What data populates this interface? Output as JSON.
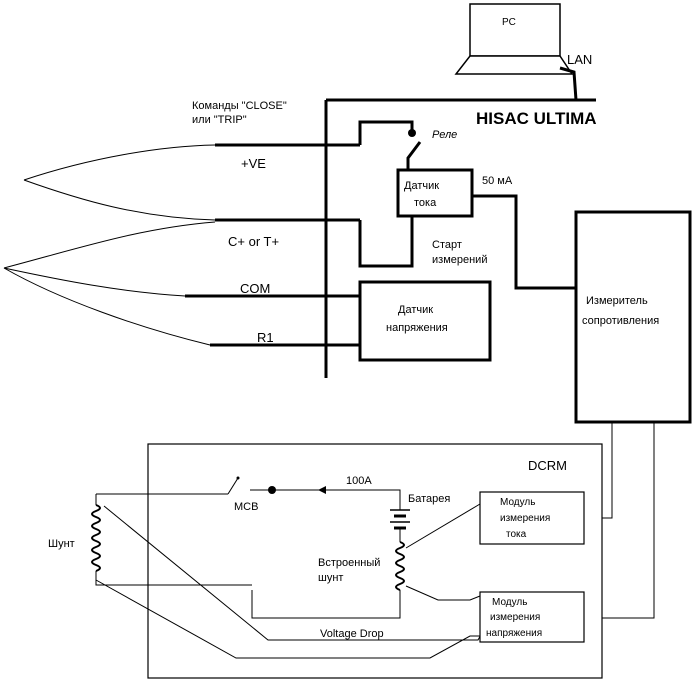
{
  "labels": {
    "pc": "PC",
    "lan": "LAN",
    "title": "HISAC ULTIMA",
    "commands_line1": "Команды \"CLOSE\"",
    "commands_line2": "или \"TRIP\"",
    "relay": "Реле",
    "plus_ve": "+VE",
    "ma": "50 мА",
    "c_or_t": "C+ or T+",
    "start_line1": "Старт",
    "start_line2": "измерений",
    "com": "COM",
    "r1": "R1",
    "current_sensor_line1": "Датчик",
    "current_sensor_line2": "тока",
    "voltage_sensor_line1": "Датчик",
    "voltage_sensor_line2": "напряжения",
    "resistance_meter_line1": "Измеритель",
    "resistance_meter_line2": "сопротивления",
    "dcrm": "DCRM",
    "current_100a": "100A",
    "battery": "Батарея",
    "mcb": "MCB",
    "shunt": "Шунт",
    "builtin_shunt_line1": "Встроенный",
    "builtin_shunt_line2": "шунт",
    "voltage_drop": "Voltage Drop",
    "current_module_line1": "Модуль",
    "current_module_line2": "измерения",
    "current_module_line3": "тока",
    "voltage_module_line1": "Модуль",
    "voltage_module_line2": "измерения",
    "voltage_module_line3": "напряжения"
  }
}
